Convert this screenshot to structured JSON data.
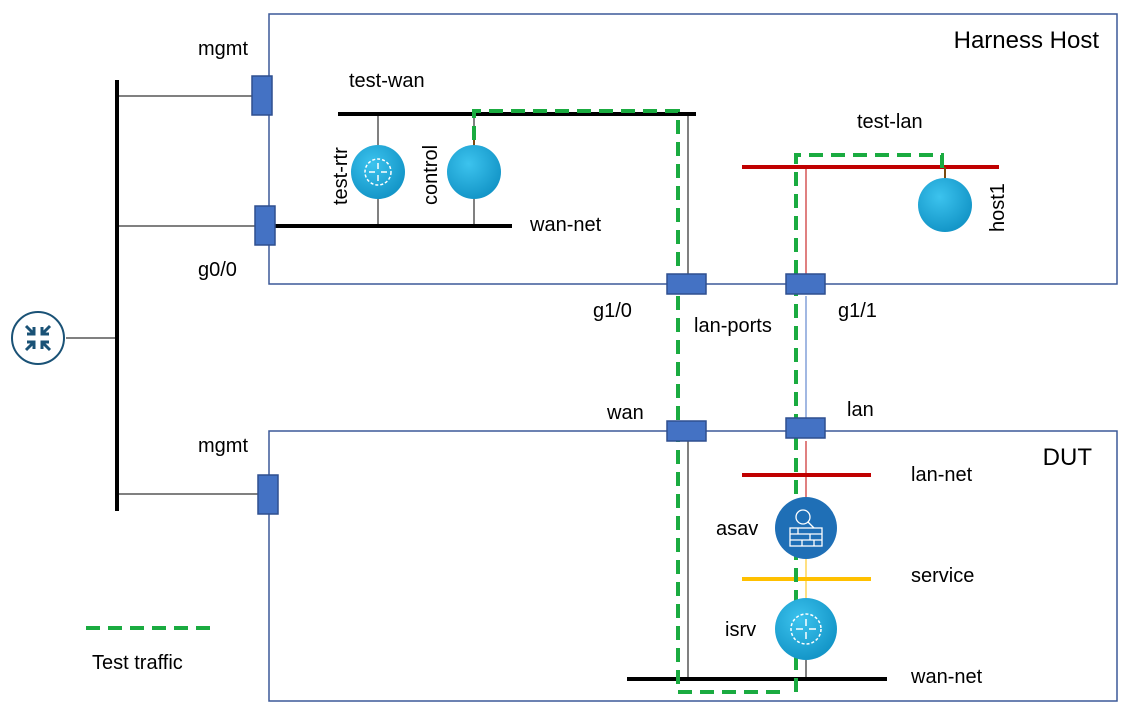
{
  "boxes": {
    "harness_host": "Harness Host",
    "dut": "DUT"
  },
  "networks": {
    "test_wan": "test-wan",
    "wan_net_host": "wan-net",
    "test_lan": "test-lan",
    "lan_net": "lan-net",
    "service": "service",
    "wan_net_dut": "wan-net"
  },
  "nodes": {
    "test_rtr": "test-rtr",
    "control": "control",
    "host1": "host1",
    "asav": "asav",
    "isrv": "isrv"
  },
  "ports": {
    "mgmt_host": "mgmt",
    "g0_0": "g0/0",
    "g1_0": "g1/0",
    "g1_1": "g1/1",
    "lan_ports": "lan-ports",
    "wan": "wan",
    "lan": "lan",
    "mgmt_dut": "mgmt"
  },
  "legend": {
    "test_traffic": "Test traffic"
  },
  "colors": {
    "box_border": "#3b5998",
    "port_fill": "#4472c4",
    "port_border": "#2f4f8f",
    "wire": "#000000",
    "lan_red": "#c00000",
    "service_yellow": "#ffc000",
    "traffic_green": "#1aab40",
    "node_cyan": "#1ea8d8",
    "asav_blue": "#1f6fb6",
    "router_dark": "#1a5276"
  },
  "icons": {
    "left_router": "router-arrows-icon",
    "test_rtr": "router-arrows-icon",
    "control": "host-sphere-icon",
    "host1": "host-sphere-icon",
    "asav": "firewall-icon",
    "isrv": "router-arrows-icon"
  }
}
